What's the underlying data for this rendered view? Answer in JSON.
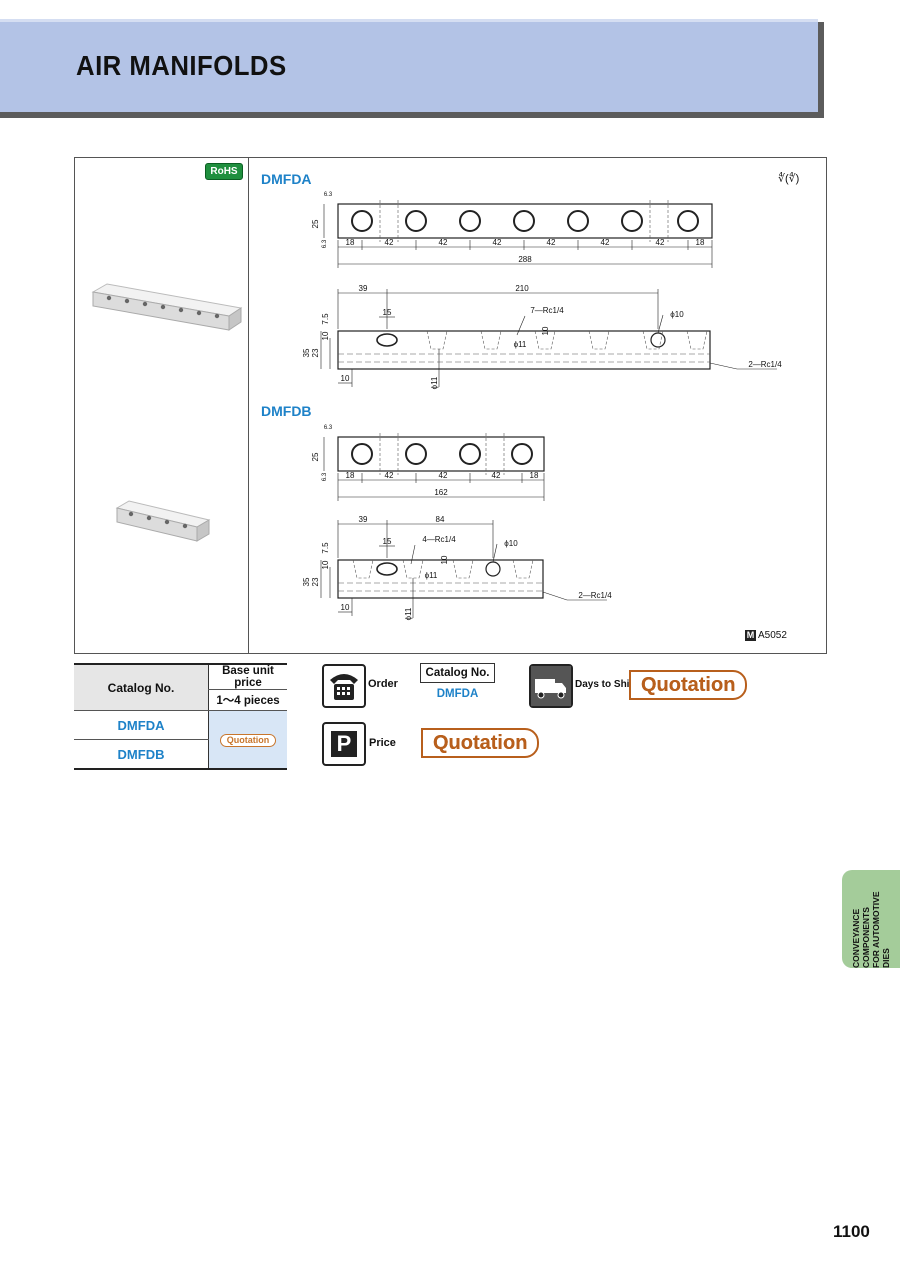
{
  "header": {
    "title": "AIR MANIFOLDS"
  },
  "badge": {
    "rohs": "RoHS"
  },
  "material": {
    "icon": "M",
    "code": "A5052"
  },
  "finish_symbol": "∜(∜)",
  "dmfda": {
    "label": "DMFDA",
    "top_view": {
      "thickness": "25",
      "finish": "6.3",
      "finish_small": "6.3",
      "dims": [
        "18",
        "42",
        "42",
        "42",
        "42",
        "42",
        "42",
        "18"
      ],
      "total": "288"
    },
    "side_view": {
      "dim_left": "39",
      "dim_span": "210",
      "port_width": "15",
      "ports": "7—Rc1/4",
      "hole": "ϕ10",
      "bore": "ϕ11",
      "depth_in": "10",
      "height_total": "35",
      "height_mid": "23",
      "top_h": "7.5",
      "top_h2": "10",
      "bottom_off": "10",
      "end_ports": "2—Rc1/4",
      "bore_v": "ϕ11"
    }
  },
  "dmfdb": {
    "label": "DMFDB",
    "top_view": {
      "thickness": "25",
      "finish": "6.3",
      "finish_small": "6.3",
      "dims": [
        "18",
        "42",
        "42",
        "42",
        "18"
      ],
      "total": "162"
    },
    "side_view": {
      "dim_left": "39",
      "dim_span": "84",
      "port_width": "15",
      "ports": "4—Rc1/4",
      "hole": "ϕ10",
      "bore": "ϕ11",
      "depth_in": "10",
      "height_total": "35",
      "height_mid": "23",
      "top_h": "7.5",
      "top_h2": "10",
      "bottom_off": "10",
      "end_ports": "2—Rc1/4",
      "bore_v": "ϕ11"
    }
  },
  "price_table": {
    "col_catalog": "Catalog No.",
    "col_base": "Base unit price",
    "col_qty": "1～4 pieces",
    "rows": [
      {
        "catalog": "DMFDA"
      },
      {
        "catalog": "DMFDB"
      }
    ],
    "price": "Quotation"
  },
  "order": {
    "label": "Order",
    "catalog_header": "Catalog No.",
    "catalog_value": "DMFDA"
  },
  "shipping": {
    "label": "Days to Ship",
    "value": "Quotation"
  },
  "price_info": {
    "icon": "P",
    "label": "Price",
    "value": "Quotation"
  },
  "side_tab": {
    "line1": "CONVEYANCE COMPONENTS",
    "line2": "FOR AUTOMOTIVE DIES"
  },
  "page_number": "1100",
  "colors": {
    "banner": "#b3c3e6",
    "accent_blue": "#1e82c8",
    "quotation": "#b85f1c",
    "rohs": "#1f8f3e",
    "tab": "#a4cc9a"
  }
}
